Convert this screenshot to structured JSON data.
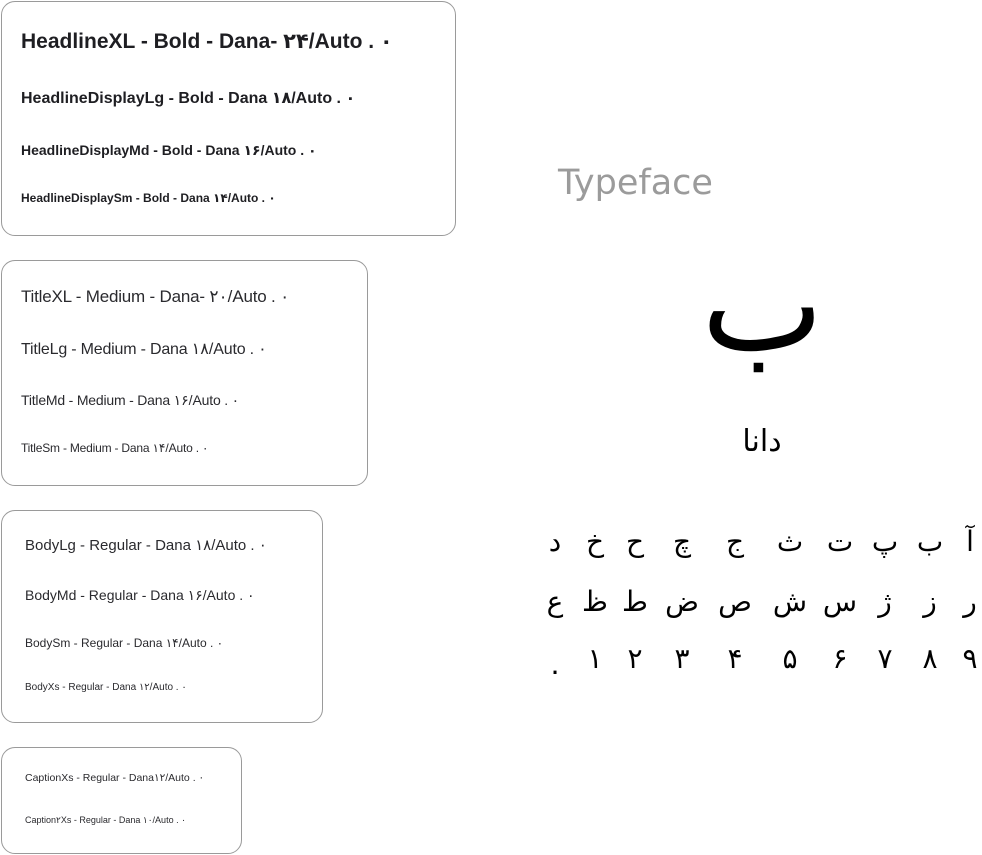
{
  "headline_styles": [
    "HeadlineXL - Bold - Dana-  ۲۴/Auto . ۰",
    "HeadlineDisplayLg - Bold  - Dana ۱۸/Auto . ۰",
    "HeadlineDisplayMd - Bold  - Dana ۱۶/Auto . ۰",
    "HeadlineDisplaySm - Bold  - Dana  ۱۴/Auto . ۰"
  ],
  "title_styles": [
    "TitleXL - Medium  - Dana-  ۲۰/Auto . ۰",
    "TitleLg - Medium -  Dana ۱۸/Auto . ۰",
    "TitleMd - Medium - Dana ۱۶/Auto . ۰",
    "TitleSm - Medium - Dana  ۱۴/Auto . ۰"
  ],
  "body_styles": [
    "BodyLg - Regular - Dana ۱۸/Auto . ۰",
    "BodyMd - Regular - Dana ۱۶/Auto . ۰",
    "BodySm - Regular - Dana  ۱۴/Auto . ۰",
    "BodyXs - Regular - Dana  ۱۲/Auto . ۰"
  ],
  "caption_styles": [
    "CaptionXs - Regular - Dana۱۲/Auto . ۰",
    "Caption۲Xs - Regular - Dana ۱۰/Auto . ۰"
  ],
  "typeface": {
    "heading": "Typeface",
    "sample_glyph": "ب",
    "font_name": "دانا",
    "letters_row1": [
      "آ",
      "ب",
      "پ",
      "ت",
      "ث",
      "ج",
      "چ",
      "ح",
      "خ",
      "د"
    ],
    "letters_row2": [
      "ر",
      "ز",
      "ژ",
      "س",
      "ش",
      "ص",
      "ض",
      "ط",
      "ظ",
      "ع"
    ],
    "digits_row": [
      "۹",
      "۸",
      "۷",
      "۶",
      "۵",
      "۴",
      "۳",
      "۲",
      "۱",
      "۰"
    ]
  }
}
